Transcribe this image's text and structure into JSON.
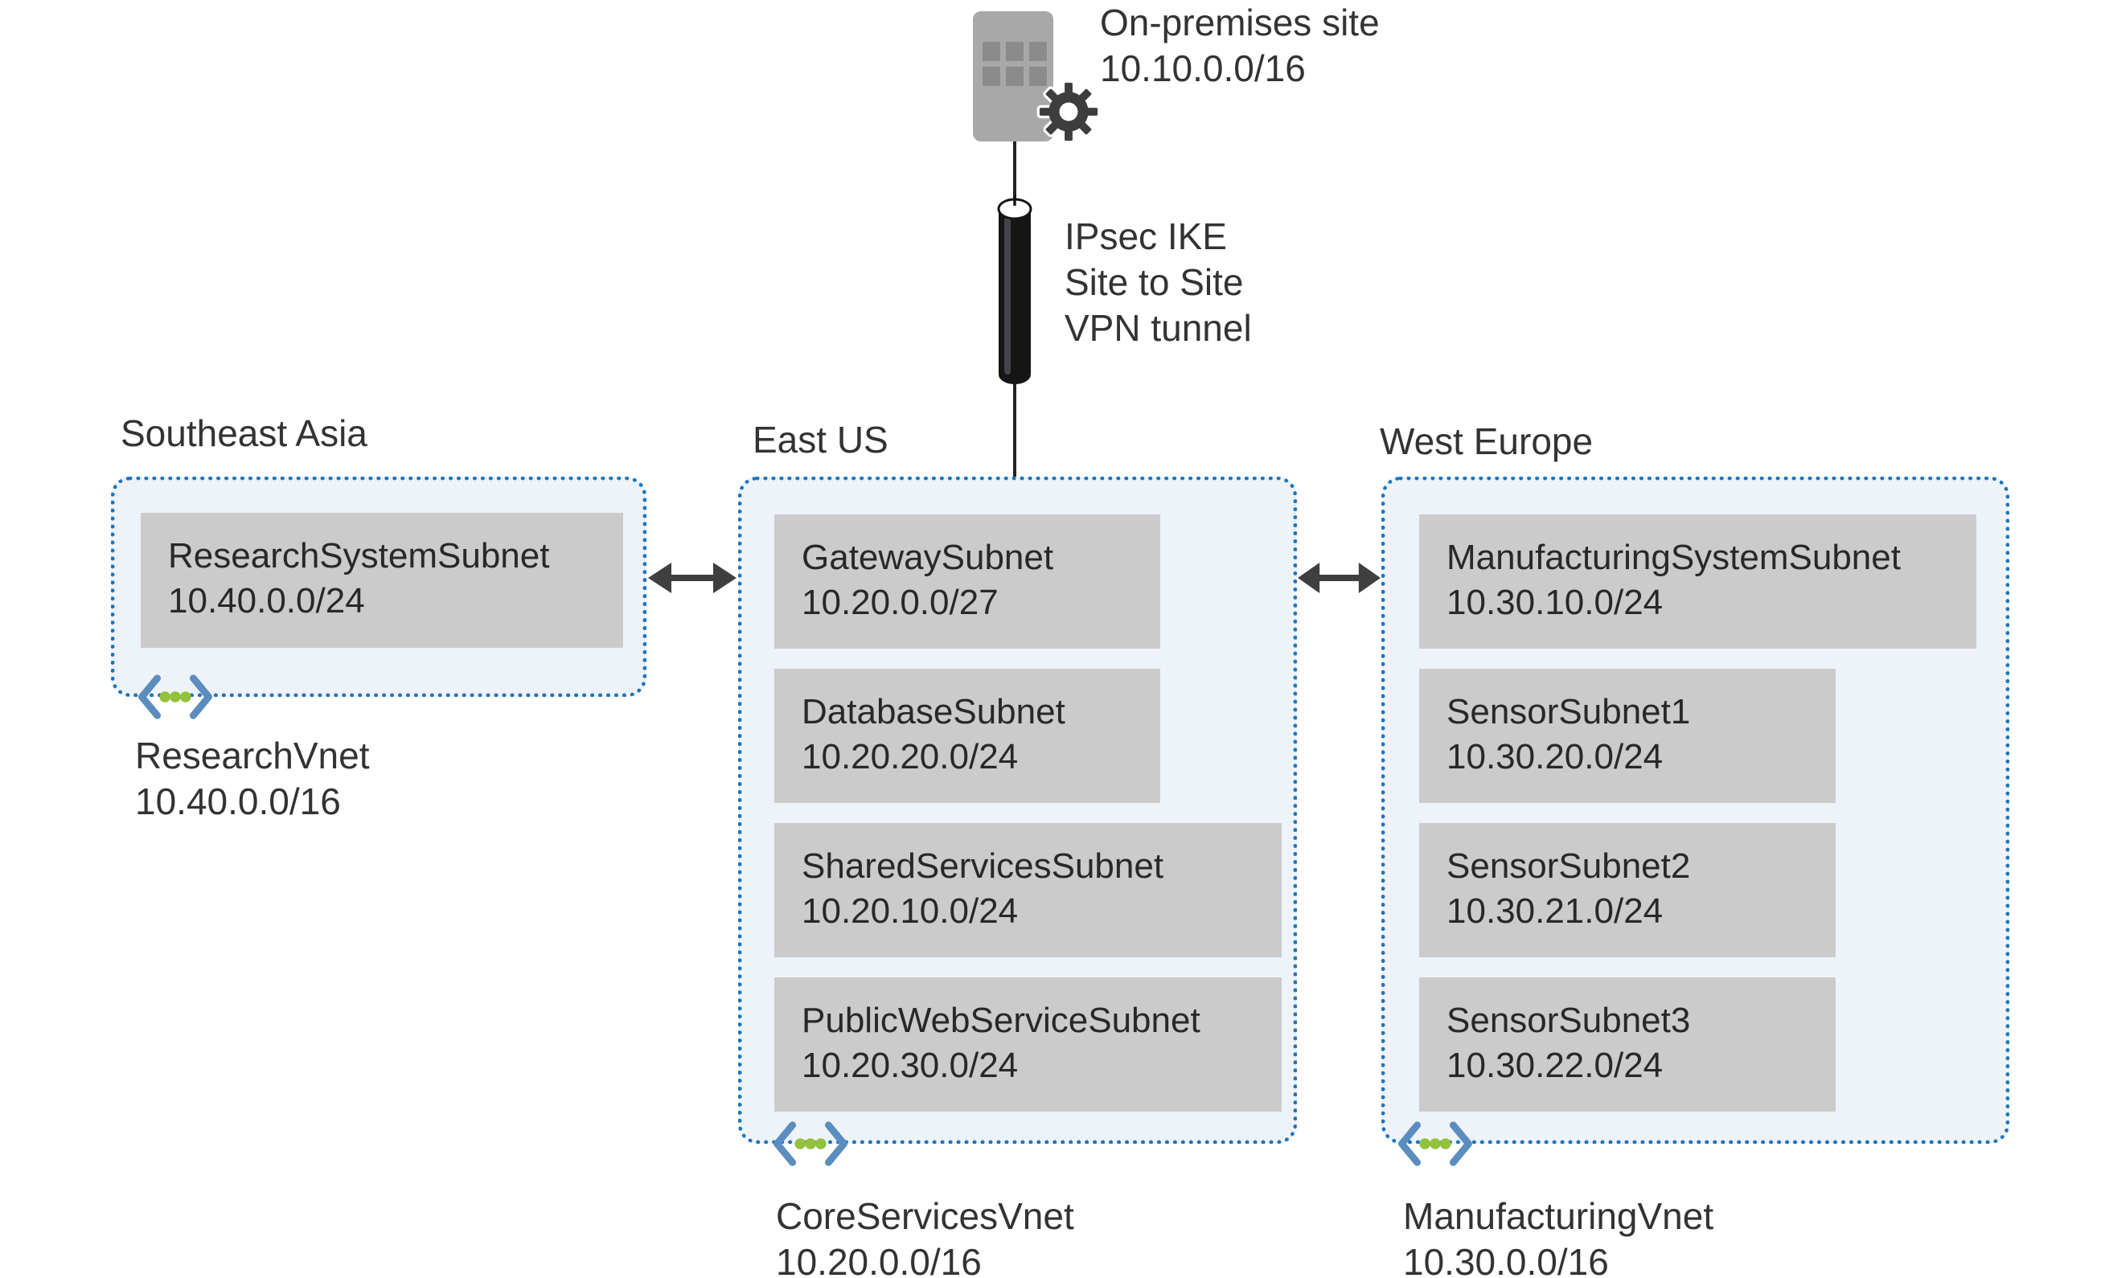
{
  "on_premises": {
    "label": "On-premises site",
    "cidr": "10.10.0.0/16"
  },
  "vpn": {
    "line1": "IPsec IKE",
    "line2": "Site to Site",
    "line3": "VPN tunnel"
  },
  "regions": [
    {
      "name": "Southeast Asia",
      "vnet": {
        "name": "ResearchVnet",
        "cidr": "10.40.0.0/16"
      },
      "subnets": [
        {
          "name": "ResearchSystemSubnet",
          "cidr": "10.40.0.0/24"
        }
      ]
    },
    {
      "name": "East US",
      "vnet": {
        "name": "CoreServicesVnet",
        "cidr": "10.20.0.0/16"
      },
      "subnets": [
        {
          "name": "GatewaySubnet",
          "cidr": "10.20.0.0/27"
        },
        {
          "name": "DatabaseSubnet",
          "cidr": "10.20.20.0/24"
        },
        {
          "name": "SharedServicesSubnet",
          "cidr": "10.20.10.0/24"
        },
        {
          "name": "PublicWebServiceSubnet",
          "cidr": "10.20.30.0/24"
        }
      ]
    },
    {
      "name": "West Europe",
      "vnet": {
        "name": "ManufacturingVnet",
        "cidr": "10.30.0.0/16"
      },
      "subnets": [
        {
          "name": "ManufacturingSystemSubnet",
          "cidr": "10.30.10.0/24"
        },
        {
          "name": "SensorSubnet1",
          "cidr": "10.30.20.0/24"
        },
        {
          "name": "SensorSubnet2",
          "cidr": "10.30.21.0/24"
        },
        {
          "name": "SensorSubnet3",
          "cidr": "10.30.22.0/24"
        }
      ]
    }
  ],
  "colors": {
    "dotted_border": "#1b75bc",
    "region_fill": "#eef3f9",
    "subnet_fill": "#cbcbcb",
    "arrow": "#3f3f3f",
    "building": "#a8a8a8",
    "gear": "#3d3d3d",
    "vnet_bracket": "#5b8dbe",
    "vnet_dots": "#94c13c",
    "tunnel": "#151515"
  }
}
